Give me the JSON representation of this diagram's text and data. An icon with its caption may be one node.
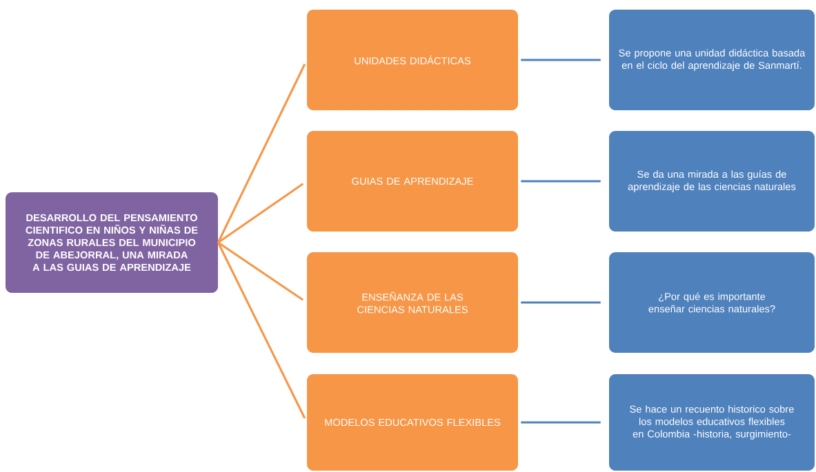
{
  "diagram": {
    "nodes": [
      {
        "text": [
          "DESARROLLO DEL PENSAMIENTO CIENTIFICO EN NIÑOS Y NIÑAS DE ZONAS RURALES DEL MUNICIPIO DE ABEJORRAL, UNA MIRADA A LAS GUIAS DE APRENDIZAJE"
        ]
      },
      {
        "text": [
          "UNIDADES DIDÁCTICAS"
        ]
      },
      {
        "text": [
          "GUIAS DE APRENDIZAJE"
        ]
      },
      {
        "text": [
          "ENSEÑANZA DE LAS CIENCIAS NATURALES"
        ]
      },
      {
        "text": [
          "MODELOS EDUCATIVOS FLEXIBLES"
        ]
      },
      {
        "text": [
          "Se propone una unidad didáctica basada en el ciclo del aprendizaje de Sanmartí."
        ]
      },
      {
        "text": [
          "Se da una mirada a las guías de aprendizaje de las ciencias naturales"
        ]
      },
      {
        "text": [
          "¿Por qué es importante enseñar ciencias naturales?"
        ]
      },
      {
        "text": [
          "Se hace un recuento historico sobre los modelos educativos flexibles en Colombia -historia, surgimiento-"
        ]
      }
    ],
    "edges": [
      {
        "from": 0,
        "to": 1,
        "arrow": "none",
        "color": "#f79646"
      },
      {
        "from": 0,
        "to": 2,
        "arrow": "none",
        "color": "#f79646"
      },
      {
        "from": 0,
        "to": 3,
        "arrow": "none",
        "color": "#f79646"
      },
      {
        "from": 0,
        "to": 4,
        "arrow": "none",
        "color": "#f79646"
      },
      {
        "from": 1,
        "to": 5,
        "arrow": "none",
        "color": "#4f81bd"
      },
      {
        "from": 2,
        "to": 6,
        "arrow": "none",
        "color": "#4f81bd"
      },
      {
        "from": 3,
        "to": 7,
        "arrow": "none",
        "color": "#4f81bd"
      },
      {
        "from": 4,
        "to": 8,
        "arrow": "none",
        "color": "#4f81bd"
      }
    ]
  }
}
